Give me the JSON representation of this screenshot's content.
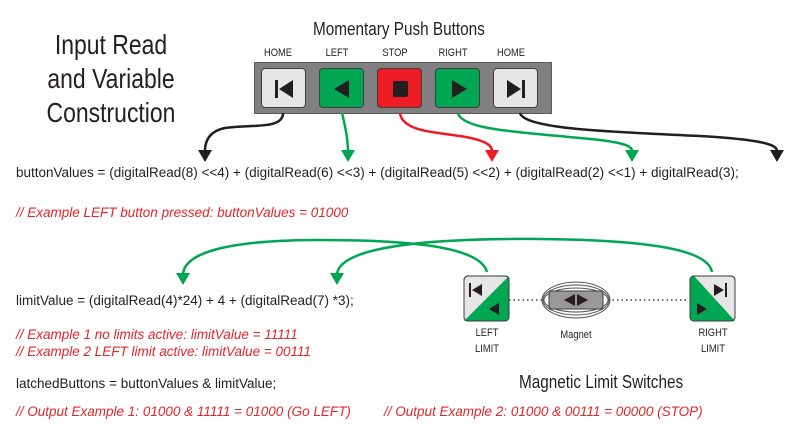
{
  "title": [
    "Input Read",
    "and Variable",
    "Construction"
  ],
  "push_buttons": {
    "heading": "Momentary Push Buttons",
    "buttons": [
      {
        "label": "HOME",
        "icon": "skip-to-start-icon",
        "color": "#e6e6e6"
      },
      {
        "label": "LEFT",
        "icon": "play-left-icon",
        "color": "#00a651"
      },
      {
        "label": "STOP",
        "icon": "stop-icon",
        "color": "#ed1c24"
      },
      {
        "label": "RIGHT",
        "icon": "play-right-icon",
        "color": "#00a651"
      },
      {
        "label": "HOME",
        "icon": "skip-to-end-icon",
        "color": "#e6e6e6"
      }
    ]
  },
  "code": {
    "button_values": "buttonValues  = (digitalRead(8) <<4) + (digitalRead(6) <<3) + (digitalRead(5) <<2) + (digitalRead(2) <<1) + digitalRead(3);",
    "button_example": "// Example LEFT button pressed: buttonValues = 01000",
    "limit_value": "limitValue  = (digitalRead(4)*24) + 4 + (digitalRead(7) *3);",
    "limit_example_1": "// Example 1 no limits active: limitValue = 11111",
    "limit_example_2": "// Example 2 LEFT limit active: limitValue = 00111",
    "latched": "latchedButtons = buttonValues & limitValue;",
    "output_example_1": "// Output Example 1: 01000 & 11111 = 01000 (Go LEFT)",
    "output_example_2": "// Output Example 2: 01000 & 00111 = 00000 (STOP)"
  },
  "limit_switches": {
    "heading": "Magnetic Limit Switches",
    "left_label": [
      "LEFT",
      "LIMIT"
    ],
    "right_label": [
      "RIGHT",
      "LIMIT"
    ],
    "magnet_label": "Magnet"
  },
  "colors": {
    "green": "#00a651",
    "red": "#ed1c24",
    "black": "#231f20",
    "comment_red": "#e52529",
    "panel_gray": "#808080"
  }
}
